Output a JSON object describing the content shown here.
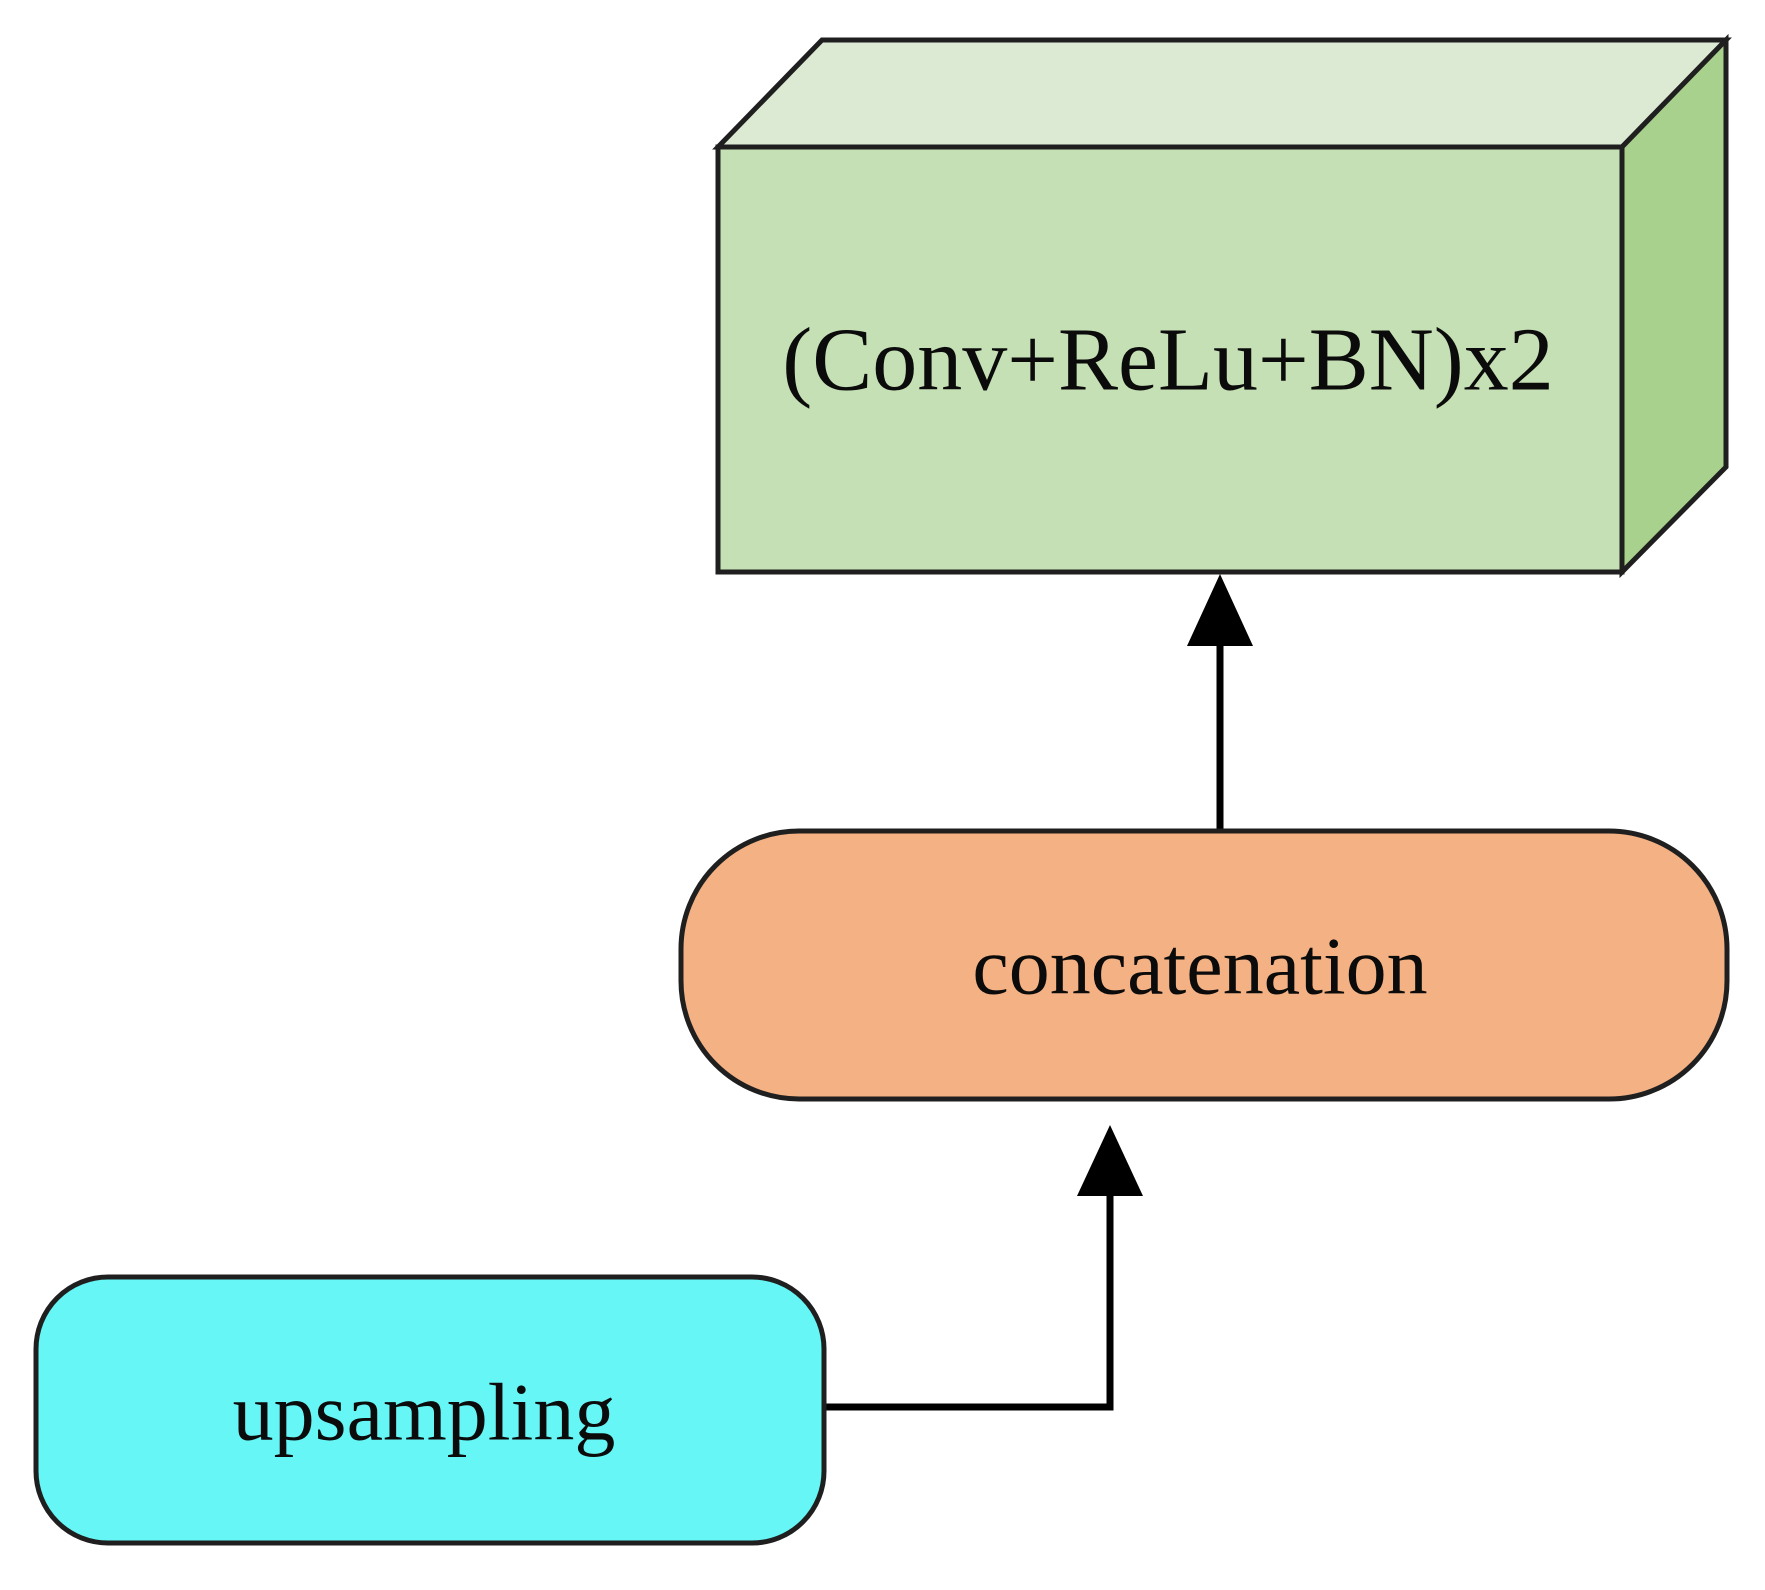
{
  "diagram": {
    "type": "flow-diagram",
    "background": "#ffffff",
    "nodes": {
      "conv": {
        "label": "(Conv+ReLu+BN)x2",
        "shape": "3d-box",
        "fill_front": "#c5e0b4",
        "fill_top": "#dcead3",
        "fill_side": "#a9d18e"
      },
      "concatenation": {
        "label": "concatenation",
        "shape": "stadium",
        "fill": "#f4b183"
      },
      "upsampling": {
        "label": "upsampling",
        "shape": "rounded-rect",
        "fill": "#66f6f6"
      }
    },
    "edges": [
      {
        "from": "concatenation",
        "to": "conv",
        "style": "straight-up-arrow"
      },
      {
        "from": "upsampling",
        "to": "concatenation",
        "style": "elbow-up-arrow"
      }
    ],
    "colors": {
      "outline": "#1f1f1f",
      "arrow": "#000000",
      "text": "#0b0b0b"
    }
  }
}
